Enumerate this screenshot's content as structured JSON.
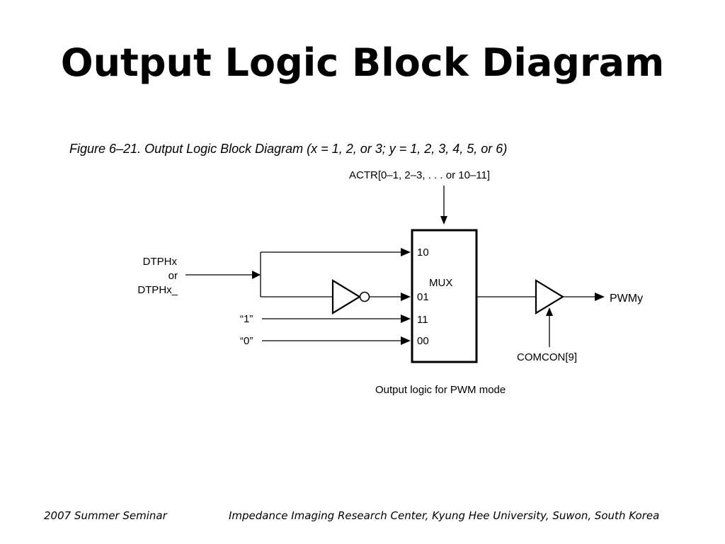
{
  "slide": {
    "title": "Output Logic Block Diagram"
  },
  "figure": {
    "caption": "Figure 6–21. Output Logic Block Diagram (x = 1, 2, or 3; y = 1, 2, 3, 4, 5, or 6)",
    "actr_label": "ACTR[0–1, 2–3, . . . or 10–11]",
    "input_dtphx": "DTPHx",
    "input_or": "or",
    "input_dtphx_bar": "DTPHx_",
    "input_one": "“1”",
    "input_zero": "“0”",
    "mux_label": "MUX",
    "mux_in_10": "10",
    "mux_in_01": "01",
    "mux_in_11": "11",
    "mux_in_00": "00",
    "output_label": "PWMy",
    "comcon_label": "COMCON[9]",
    "subcaption": "Output logic for PWM mode"
  },
  "footer": {
    "left": "2007 Summer Seminar",
    "right": "Impedance Imaging Research Center, Kyung Hee University, Suwon, South Korea"
  }
}
